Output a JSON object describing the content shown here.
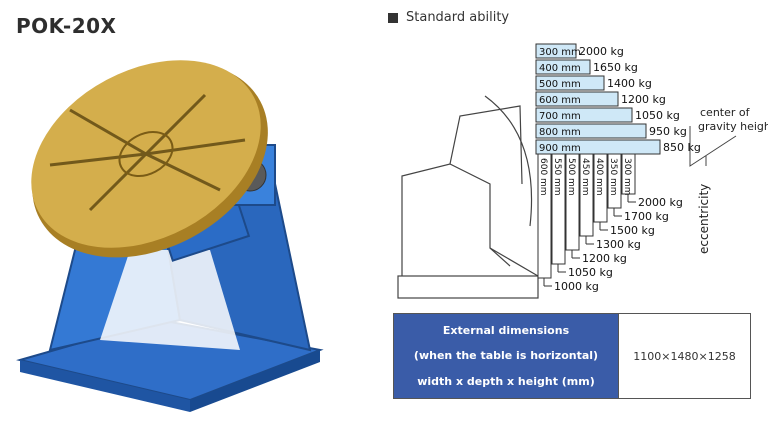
{
  "model": "POK-20X",
  "section_title": "Standard ability",
  "load_by_height": [
    {
      "height": "300 mm",
      "load": "2000 kg"
    },
    {
      "height": "400 mm",
      "load": "1650 kg"
    },
    {
      "height": "500 mm",
      "load": "1400 kg"
    },
    {
      "height": "600 mm",
      "load": "1200 kg"
    },
    {
      "height": "700 mm",
      "load": "1050 kg"
    },
    {
      "height": "800 mm",
      "load": "950 kg"
    },
    {
      "height": "900 mm",
      "load": "850 kg"
    }
  ],
  "load_by_eccentricity": [
    {
      "ecc": "300 mm",
      "load": "2000 kg"
    },
    {
      "ecc": "350 mm",
      "load": "1700 kg"
    },
    {
      "ecc": "400 mm",
      "load": "1500 kg"
    },
    {
      "ecc": "450 mm",
      "load": "1300 kg"
    },
    {
      "ecc": "500 mm",
      "load": "1200 kg"
    },
    {
      "ecc": "550 mm",
      "load": "1050 kg"
    },
    {
      "ecc": "600 mm",
      "load": "1000 kg"
    }
  ],
  "center_label_1": "center of",
  "center_label_2": "gravity height",
  "eccentricity_label": "eccentricity",
  "dimensions": {
    "label_lines": [
      "External dimensions",
      "(when the table is horizontal)",
      "width x depth x height (mm)"
    ],
    "value": "1100×1480×1258"
  },
  "colors": {
    "frame": "#2f6ec8",
    "table": "#c9a23a",
    "box": "#cfe8f7",
    "header": "#3a5ca8"
  }
}
